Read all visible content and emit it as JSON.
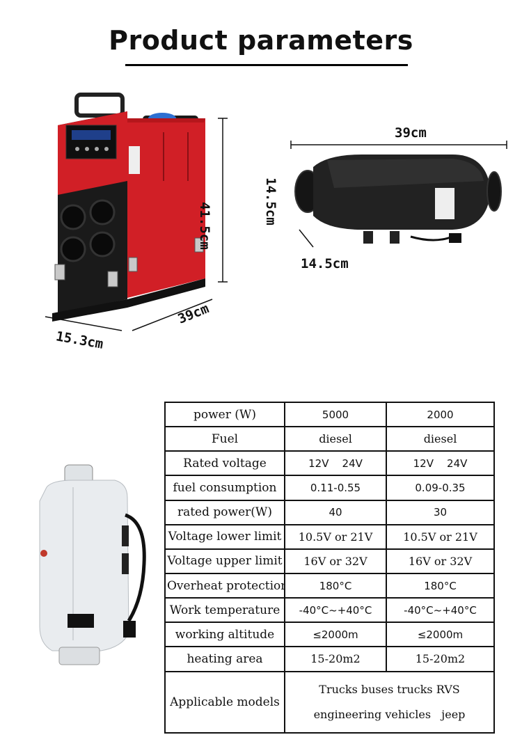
{
  "title": "Product parameters",
  "dimensions": {
    "height_a": "41.5cm",
    "width_a": "39cm",
    "depth_a": "15.3cm",
    "length_b": "39cm",
    "height_b": "14.5cm",
    "depth_b": "14.5cm"
  },
  "table": {
    "rows": [
      {
        "label": "power (W)",
        "a": "5000",
        "b": "2000"
      },
      {
        "label": "Fuel",
        "a": "diesel",
        "b": "diesel"
      },
      {
        "label": "Rated voltage",
        "a": "12V    24V",
        "b": "12V    24V"
      },
      {
        "label": "fuel consumption",
        "a": "0.11-0.55",
        "b": "0.09-0.35"
      },
      {
        "label": "rated power(W)",
        "a": "40",
        "b": "30"
      },
      {
        "label": "Voltage lower limit",
        "a": "10.5V or 21V",
        "b": "10.5V or 21V"
      },
      {
        "label": "Voltage upper limit",
        "a": "16V or 32V",
        "b": "16V or 32V"
      },
      {
        "label": "Overheat protection",
        "a": "180°C",
        "b": "180°C"
      },
      {
        "label": "Work temperature",
        "a": "-40°C~+40°C",
        "b": "-40°C~+40°C"
      },
      {
        "label": "working altitude",
        "a": "≤2000m",
        "b": "≤2000m"
      },
      {
        "label": "heating area",
        "a": "15-20m2",
        "b": "15-20m2"
      }
    ],
    "applicable": {
      "label": "Applicable models",
      "line1": "Trucks buses trucks RVS",
      "line2": "engineering vehicles   jeep"
    }
  },
  "colors": {
    "heater_red": "#d11f26",
    "heater_black": "#1a1a1a",
    "heater_white": "#e9ecef"
  }
}
